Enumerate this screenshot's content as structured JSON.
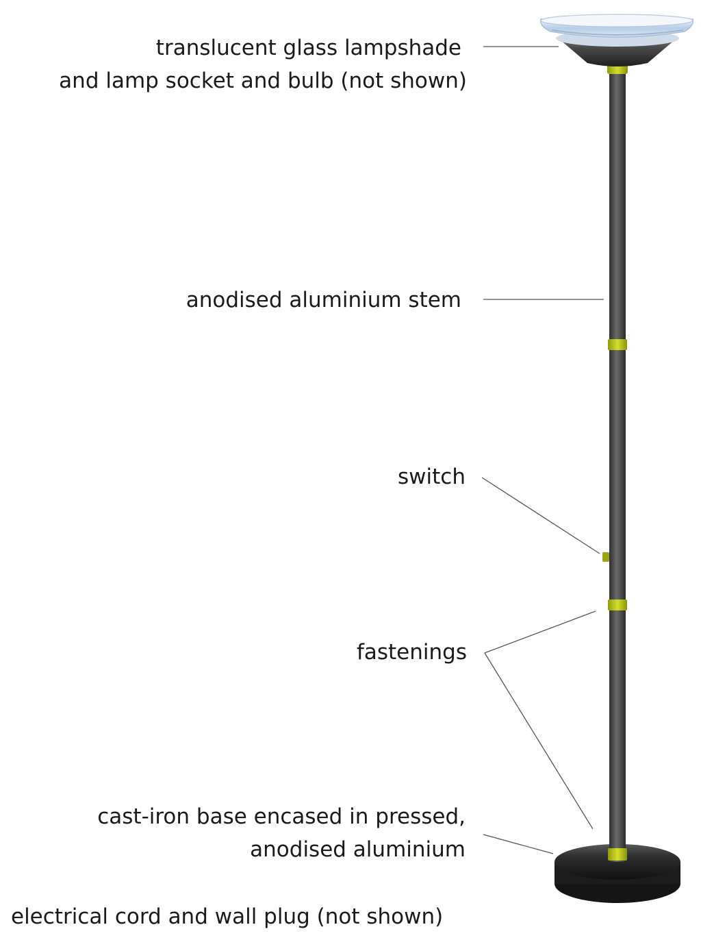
{
  "labels": {
    "lampshade": {
      "line1": "translucent glass lampshade",
      "line2": "and lamp socket and bulb (not shown)"
    },
    "stem": "anodised aluminium stem",
    "switch": "switch",
    "fastenings": "fastenings",
    "base": {
      "line1": "cast-iron base encased in pressed,",
      "line2": "anodised aluminium"
    },
    "cord": "electrical cord and wall plug (not shown)"
  },
  "colors": {
    "shade_glass": "#c9d9ec",
    "shade_inner": "#3a3a3a",
    "stem": "#4a4a4a",
    "fastening": "#b7c41a",
    "base": "#2b2b2b",
    "leader_line": "#555555"
  }
}
